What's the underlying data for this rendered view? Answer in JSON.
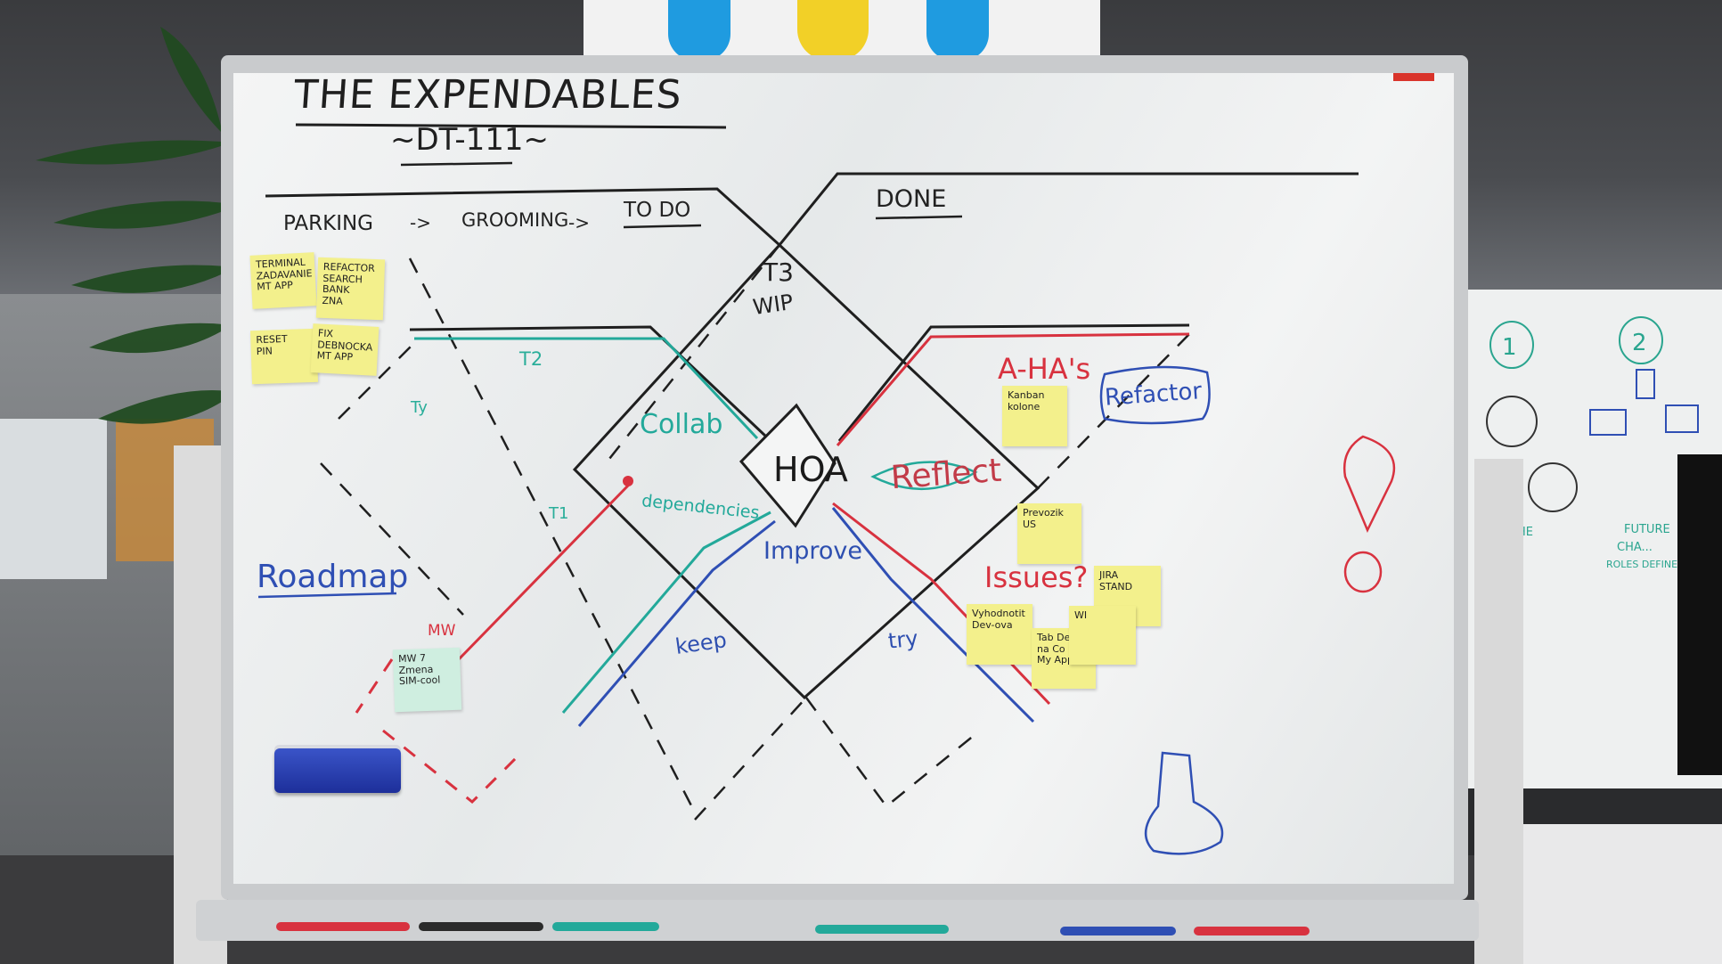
{
  "board": {
    "title": "THE EXPENDABLES",
    "subtitle": "~DT-111~",
    "columns": {
      "parking": "PARKING",
      "arrow1": "->",
      "grooming": "GROOMING",
      "arrow2": "->",
      "todo": "TO DO",
      "done": "DONE"
    },
    "labels": {
      "t3": "T3",
      "wip": "WIP",
      "t2": "T2",
      "ty": "Ty",
      "t1": "T1",
      "collab": "Collab",
      "dependencies": "dependencies",
      "hoa": "HOA",
      "reflect": "Reflect",
      "improve": "Improve",
      "keep": "keep",
      "try": "try",
      "ahas": "A-HA's",
      "refactor": "Refactor",
      "issues": "Issues?",
      "roadmap": "Roadmap",
      "mw": "MW"
    },
    "stickies": {
      "s1": "TERMINAL\nZADAVANIE\nMT APP",
      "s2": "REFACTOR\nSEARCH\nBANK\nZNA",
      "s3": "RESET\nPIN",
      "s4": "FIX\nDEBNOCKA\nMT APP",
      "s5": "MW 7\nZmena\nSIM-cool",
      "s6": "Kanban\nkolone",
      "s7": "Prevozik\nUS",
      "s8": "JIRA\nSTAND",
      "s9": "Vyhodnotit\nDev-ova",
      "s10": "Tab De\nna Co\nMy App",
      "s11": "WI"
    }
  },
  "background": {
    "right_board_numbers": [
      "1",
      "2"
    ],
    "right_board_text": [
      "THE",
      "FUTURE",
      "CHA...",
      "ROLES DEFINE"
    ]
  },
  "colors": {
    "marker_black": "#1f1f1f",
    "marker_red": "#d8323f",
    "marker_teal": "#23a99a",
    "marker_blue": "#2f4fb4",
    "sticky_yellow": "#f3f08c",
    "eraser_blue": "#2a45b8"
  }
}
